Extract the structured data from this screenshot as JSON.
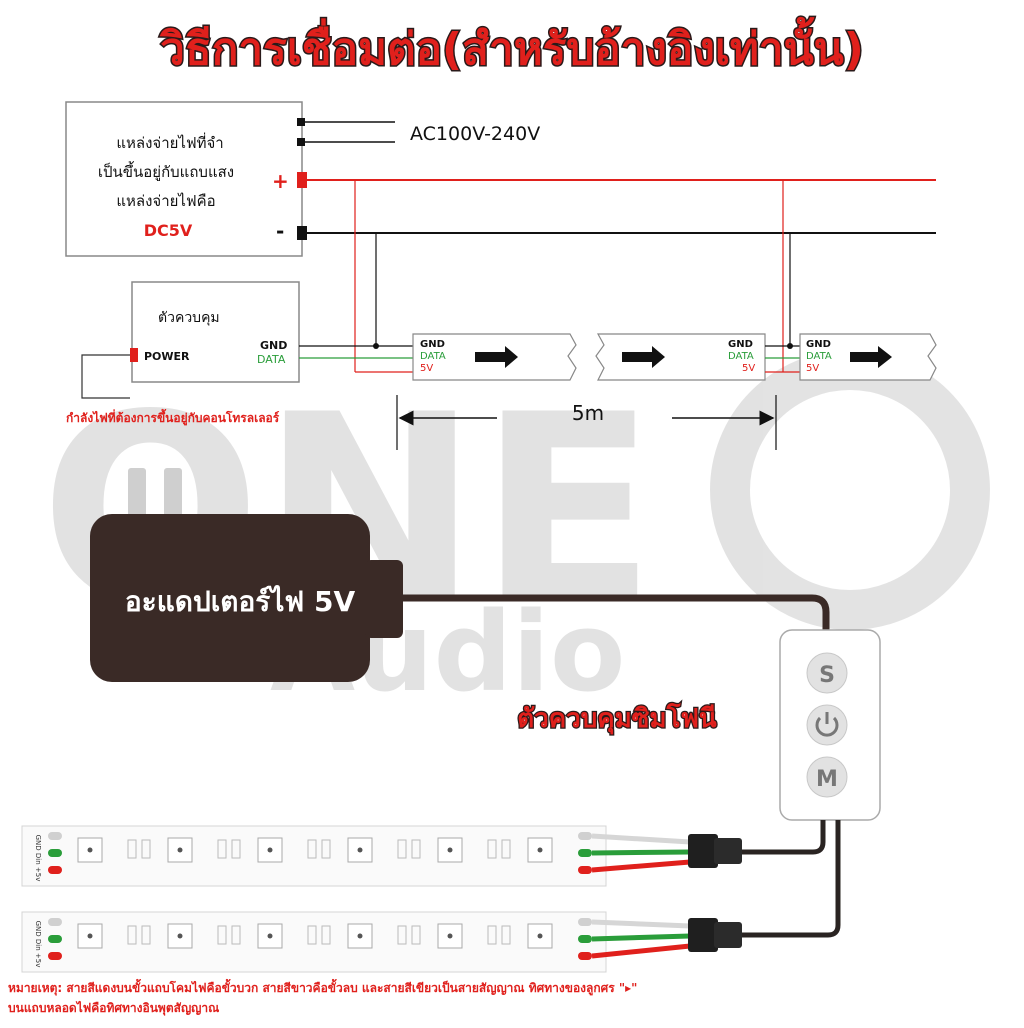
{
  "title": "วิธีการเชื่อมต่อ(สำหรับอ้างอิงเท่านั้น)",
  "watermark": {
    "line1": "ONE",
    "line2": "Audio"
  },
  "psu": {
    "line1": "แหล่งจ่ายไฟที่จำ",
    "line2": "เป็นขึ้นอยู่กับแถบแสง",
    "line3": "แหล่งจ่ายไฟคือ",
    "voltage": "DC5V",
    "ac_label": "AC100V-240V",
    "plus": "+",
    "minus": "-"
  },
  "controller": {
    "label": "ตัวควบคุม",
    "power": "POWER",
    "gnd": "GND",
    "data": "DATA"
  },
  "strip_labels": {
    "gnd": "GND",
    "data": "DATA",
    "v5": "5V"
  },
  "length_label": "5m",
  "controller_power_note": "กำลังไฟที่ต้องการขึ้นอยู่กับคอนโทรลเลอร์",
  "adapter_label": "อะแดปเตอร์ไฟ 5V",
  "symphony_label": "ตัวควบคุมซิมโฟนี",
  "remote_buttons": {
    "s": "S",
    "m": "M"
  },
  "pcb_pin_labels": {
    "gnd": "GND",
    "din": "Din",
    "v5": "+5v"
  },
  "note_line1": "หมายเหตุ: สายสีแดงบนขั้วแถบโคมไฟคือขั้วบวก สายสีขาวคือขั้วลบ และสายสีเขียวเป็นสายสัญญาณ ทิศทางของลูกศร \"▸\"",
  "note_line2": "บนแถบหลอดไฟคือทิศทางอินพุตสัญญาณ",
  "colors": {
    "red": "#e0201c",
    "green": "#2a9d3a",
    "dark": "#3a2a26",
    "black": "#111111"
  }
}
